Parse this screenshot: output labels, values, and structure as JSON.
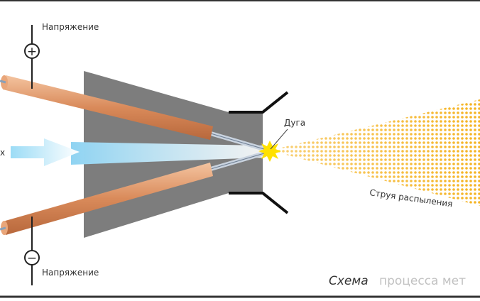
{
  "labels": {
    "voltage_top": "Напряжение",
    "voltage_bottom": "Напряжение",
    "arc": "Дуга",
    "spray": "Струя распыления",
    "air_fragment": "х",
    "plus_symbol": "+",
    "minus_symbol": "−"
  },
  "caption": {
    "main": "Схема",
    "watermarked": "процесса мет"
  },
  "colors": {
    "electrode": "#d98a5a",
    "body": "#7d7d7d",
    "air": "#6cc8ef",
    "spray": "#f5b321",
    "arc": "#ffe100"
  }
}
